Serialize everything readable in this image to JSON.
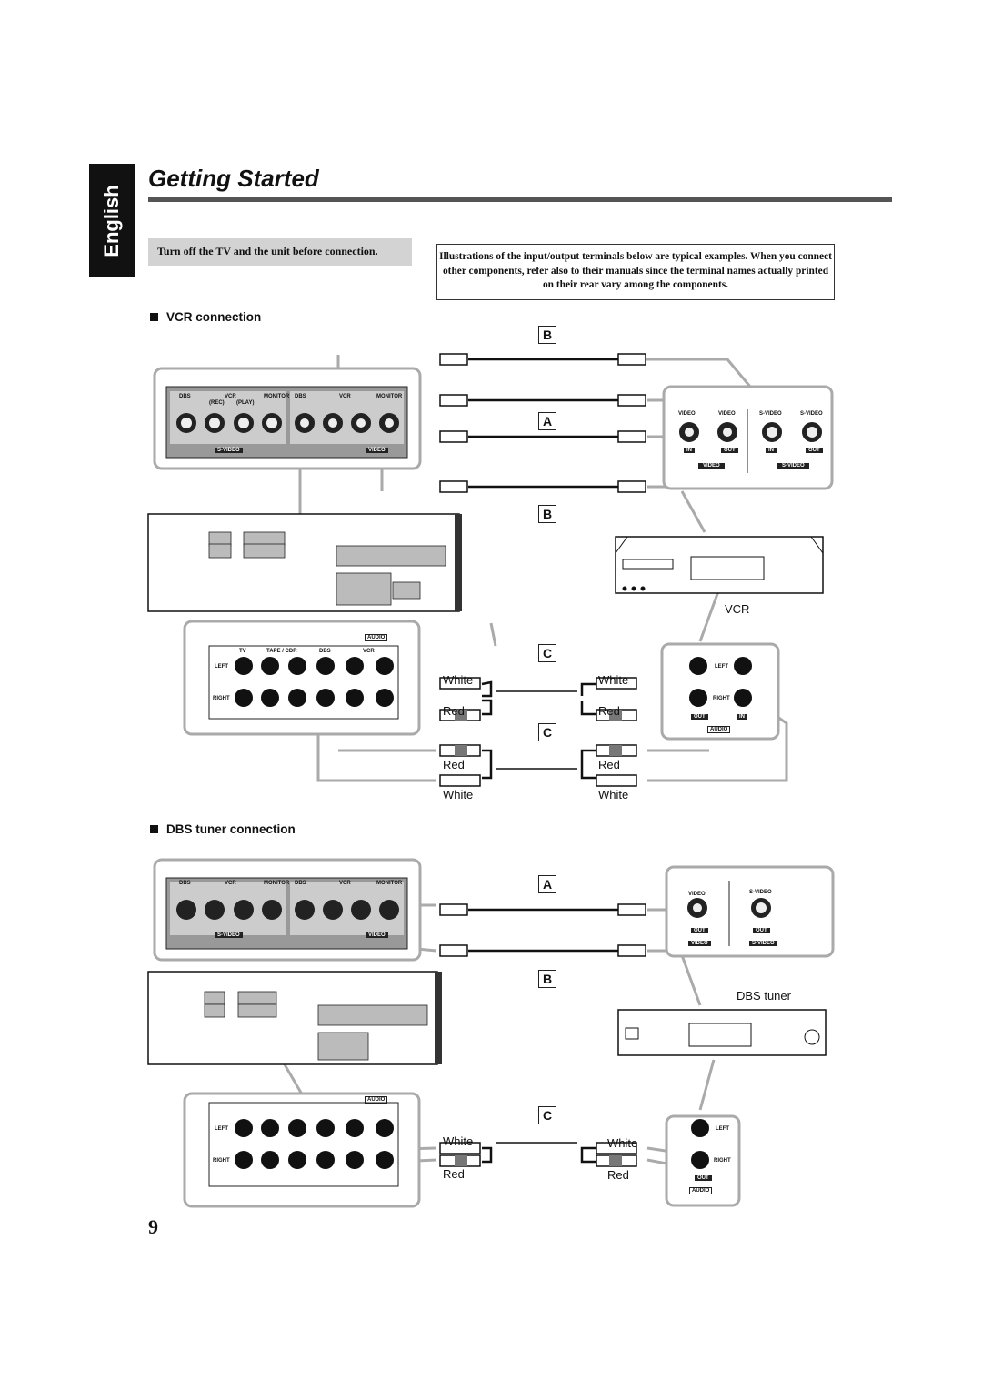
{
  "sidebar": {
    "language": "English"
  },
  "header": {
    "title": "Getting Started"
  },
  "notices": {
    "power_off": "Turn off the TV and the unit before connection.",
    "typical": "Illustrations of the input/output terminals below are typical examples. When you connect other components, refer also to their manuals since the terminal names actually printed on their rear vary among the components."
  },
  "sections": {
    "vcr": "VCR connection",
    "dbs": "DBS tuner connection"
  },
  "cable_letters": {
    "a": "A",
    "b": "B",
    "c": "C"
  },
  "colors": {
    "white": "White",
    "red": "Red"
  },
  "devices": {
    "vcr": "VCR",
    "dbs": "DBS tuner"
  },
  "terminals": {
    "dbs": "DBS",
    "in": "IN",
    "out": "OUT",
    "vcr": "VCR",
    "monitor": "MONITOR",
    "rec": "(REC)",
    "play": "(PLAY)",
    "svideo": "S-VIDEO",
    "video": "VIDEO",
    "audio": "AUDIO",
    "tv": "TV",
    "tape_cdr": "TAPE / CDR",
    "left": "LEFT",
    "right": "RIGHT"
  },
  "page_number": "9"
}
